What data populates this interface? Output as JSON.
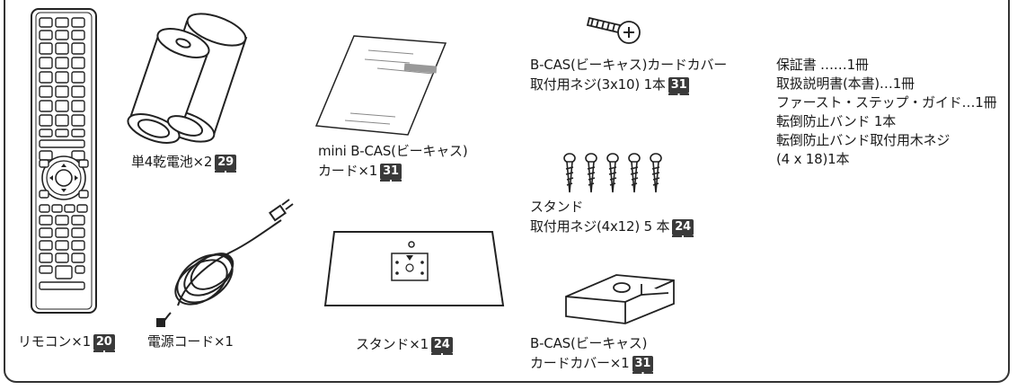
{
  "accessories": [
    {
      "name": "リモコン×1",
      "page": "20"
    },
    {
      "name": "単4乾電池×2",
      "page": "29"
    },
    {
      "name": "電源コード×1"
    },
    {
      "name_line1": "mini B-CAS(ビーキャス)",
      "name_line2": "カード×1",
      "page": "31"
    },
    {
      "name": "スタンド×1",
      "page": "24"
    },
    {
      "name_line1": "B-CAS(ビーキャス)カードカバー",
      "name_line2": "取付用ネジ(3x10) 1本",
      "page": "31"
    },
    {
      "name_line1": "スタンド",
      "name_line2": "取付用ネジ(4x12) 5 本",
      "page": "24"
    },
    {
      "name_line1": "B-CAS(ビーキャス)",
      "name_line2": "カードカバー×1",
      "page": "31"
    }
  ],
  "documents": [
    "保証書  ……1冊",
    "取扱説明書(本書)…1冊",
    "ファースト・ステップ・ガイド…1冊",
    "転倒防止バンド 1本",
    "転倒防止バンド取付用木ネジ",
    "(4 x 18)1本"
  ],
  "colors": {
    "ink": "#1a1a1a",
    "badge": "#3a3a3a",
    "frame": "#333333"
  }
}
